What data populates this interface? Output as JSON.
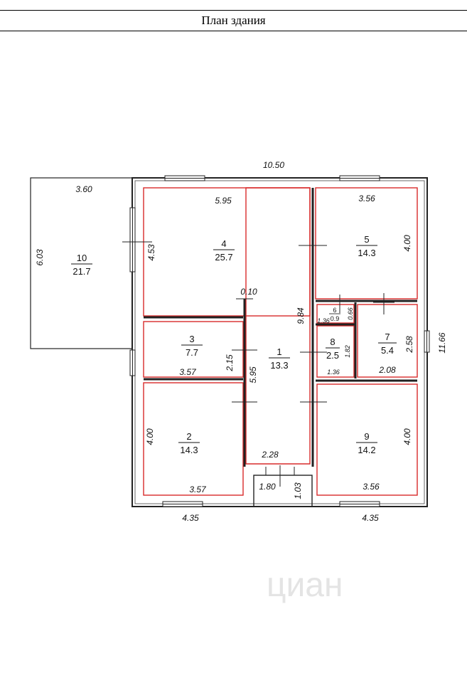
{
  "title": "План здания",
  "watermark": "циан",
  "colors": {
    "outline": "#222222",
    "room_border": "#d92b2b"
  },
  "dimensions": {
    "overall_width": "10.50",
    "overall_depth": "11.66",
    "terrace_width": "3.60",
    "terrace_depth": "6.03",
    "room4_width": "5.95",
    "room4_depth": "4.53",
    "room5_width": "3.56",
    "room5_depth": "4.00",
    "wall_thickness": "0.10",
    "hall_depth": "9.84",
    "room3_depth": "2.15",
    "room3_width": "3.57",
    "hall_left": "5.95",
    "room6_width": "1.36",
    "room6_depth": "0.66",
    "room8_depth": "1.82",
    "room8_width": "1.36",
    "room7_depth": "2.58",
    "room7_width": "2.08",
    "room2_depth": "4.00",
    "room2_width": "3.57",
    "entry_width": "2.28",
    "porch_width": "1.80",
    "porch_depth": "1.03",
    "room9_width": "3.56",
    "room9_depth": "4.00",
    "bottom_left": "4.35",
    "bottom_right": "4.35"
  },
  "rooms": [
    {
      "number": "1",
      "area": "13.3"
    },
    {
      "number": "2",
      "area": "14.3"
    },
    {
      "number": "3",
      "area": "7.7"
    },
    {
      "number": "4",
      "area": "25.7"
    },
    {
      "number": "5",
      "area": "14.3"
    },
    {
      "number": "6",
      "area": "0.9"
    },
    {
      "number": "7",
      "area": "5.4"
    },
    {
      "number": "8",
      "area": "2.5"
    },
    {
      "number": "9",
      "area": "14.2"
    },
    {
      "number": "10",
      "area": "21.7"
    }
  ]
}
